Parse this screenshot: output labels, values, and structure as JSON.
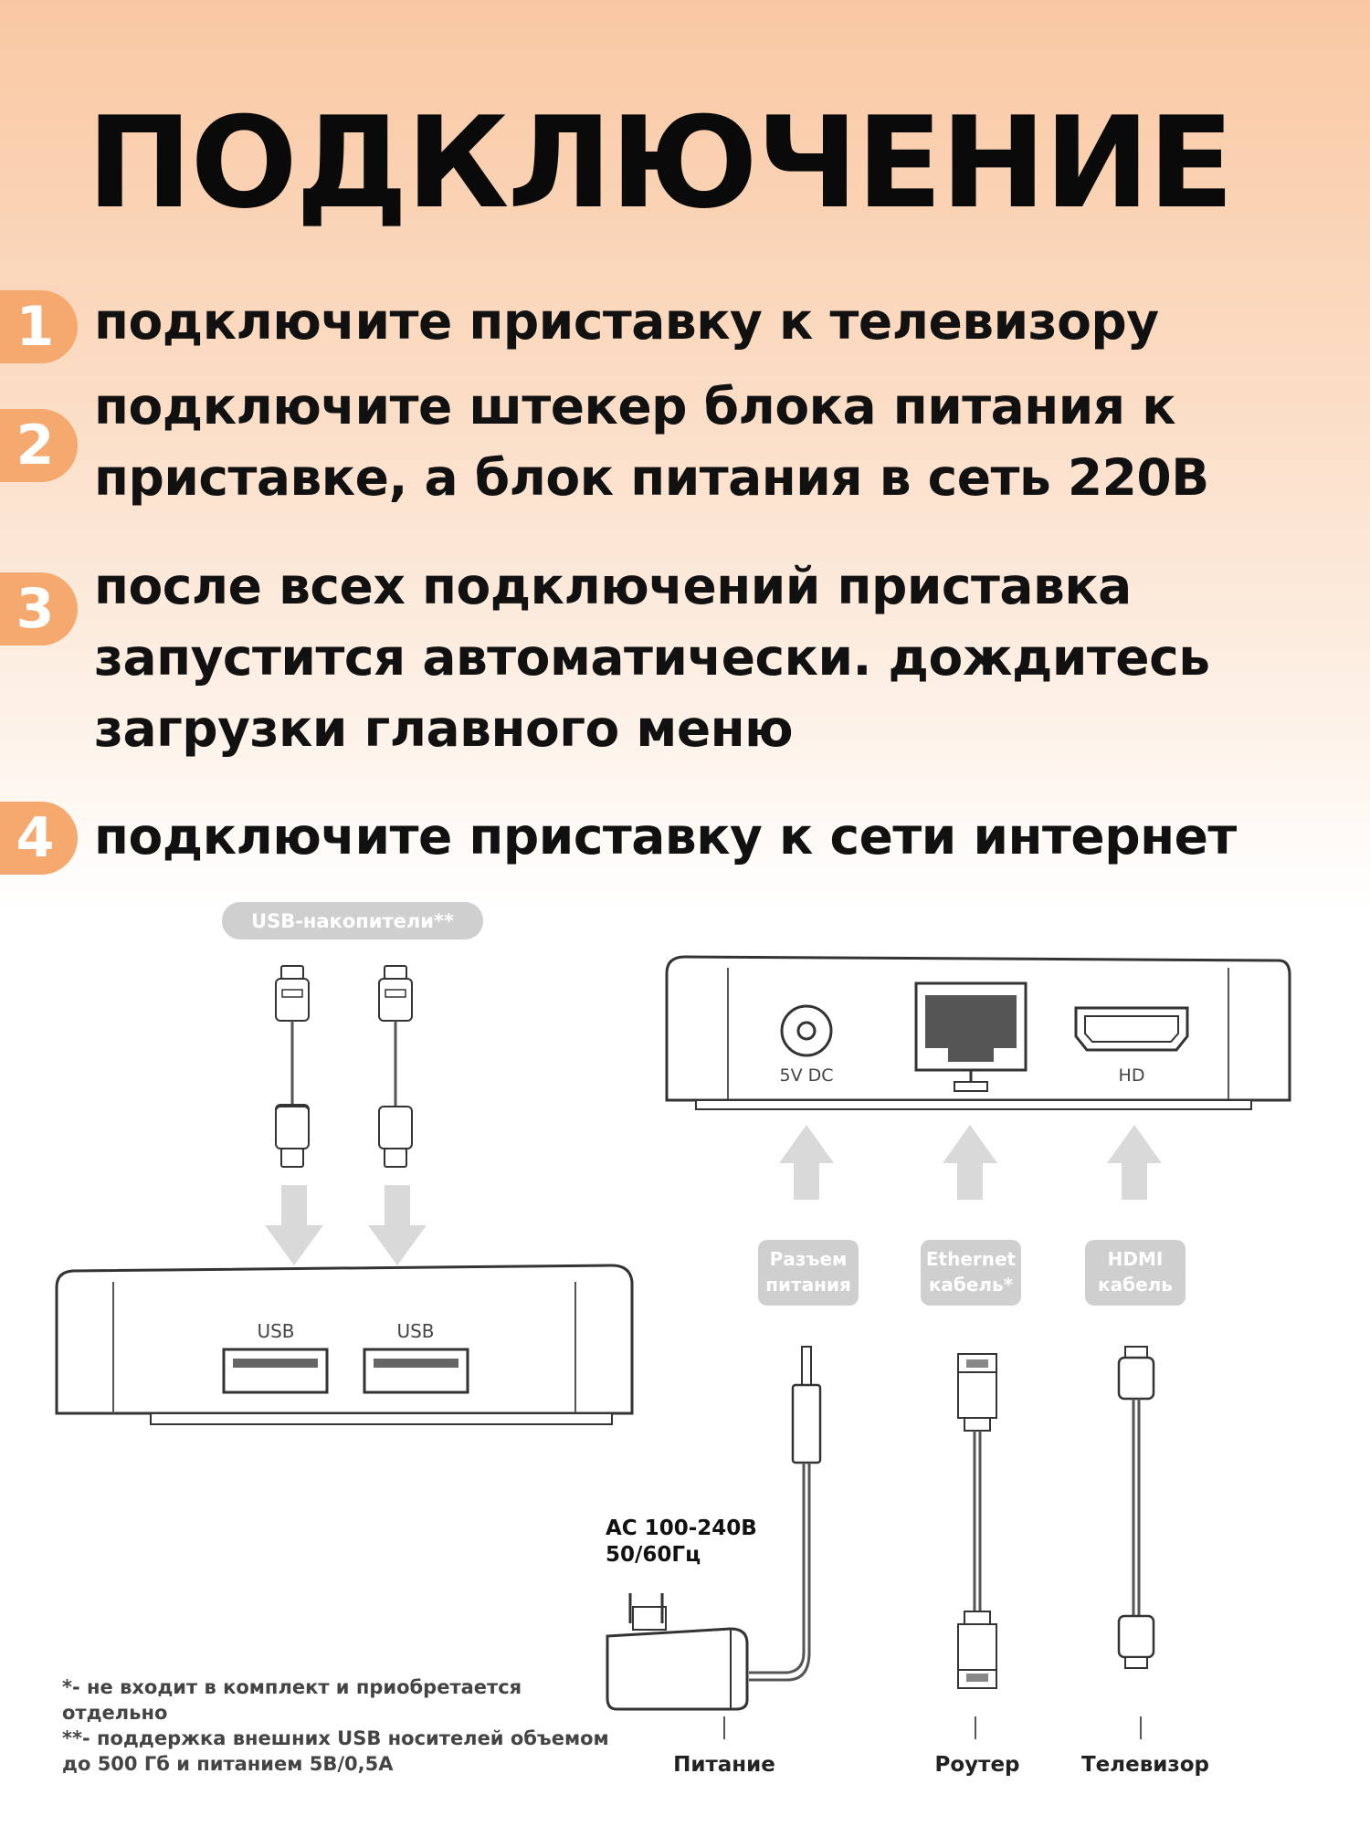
{
  "title": "ПОДКЛЮЧЕНИЕ",
  "steps": [
    {
      "num": "1",
      "text": "подключите приставку к телевизору"
    },
    {
      "num": "2",
      "text": "подключите штекер блока питания к приставке, а блок питания в сеть 220В"
    },
    {
      "num": "3",
      "text": "после всех подключений приставка запустится автоматически. дождитесь загрузки главного меню"
    },
    {
      "num": "4",
      "text": "подключите приставку к сети интернет"
    }
  ],
  "diagram": {
    "usb_drives_label": "USB-накопители**",
    "usb_port_labels": [
      "USB",
      "USB"
    ],
    "back_port_labels": {
      "dc": "5V DC",
      "hdmi": "HD"
    },
    "cable_labels": [
      {
        "line1": "Разъем",
        "line2": "питания"
      },
      {
        "line1": "Ethernet",
        "line2": "кабель*"
      },
      {
        "line1": "HDMI",
        "line2": "кабель"
      }
    ],
    "ac_spec": {
      "line1": "AC 100-240В",
      "line2": "50/60Гц"
    },
    "destinations": [
      "Питание",
      "Роутер",
      "Телевизор"
    ]
  },
  "footnotes": {
    "note1": "*- не входит в комплект и приобретается отдельно",
    "note2": "**- поддержка внешних USB носителей объемом до 500 Гб и питанием 5В/0,5А"
  },
  "colors": {
    "accent": "#f6a96f",
    "pill": "#cfcfcf",
    "arrow": "#d8d8d8"
  }
}
